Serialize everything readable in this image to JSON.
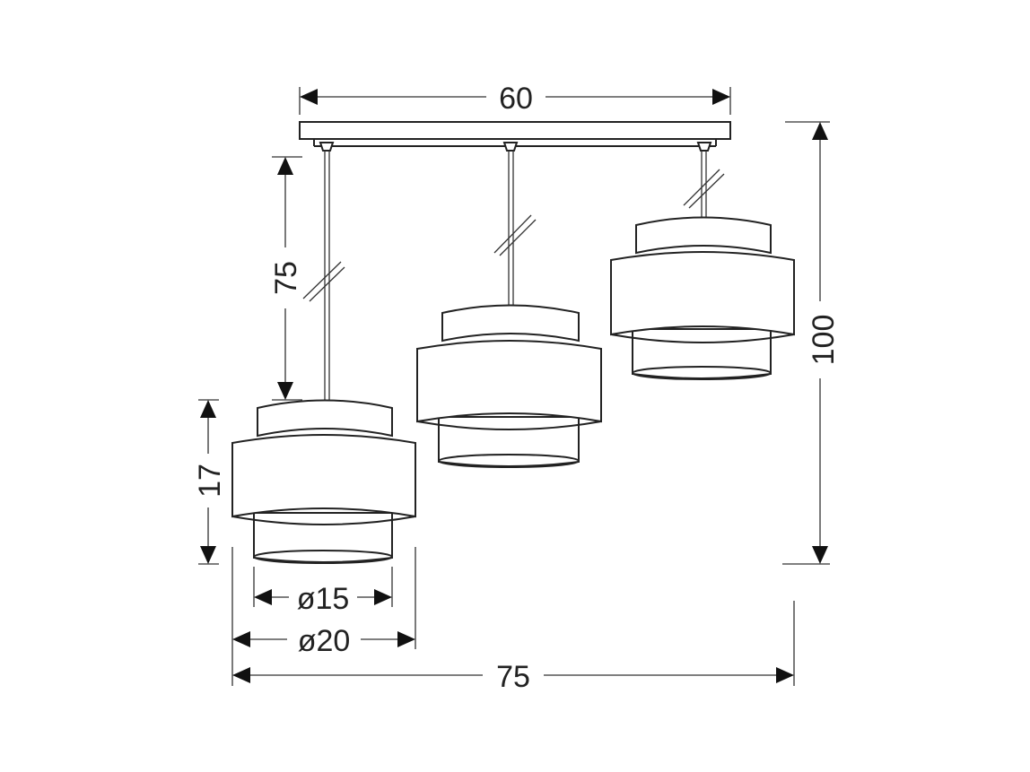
{
  "dimensions": {
    "top_width": "60",
    "total_height": "100",
    "cable_length": "75",
    "shade_height": "17",
    "inner_diameter": "ø15",
    "outer_diameter": "ø20",
    "total_width": "75"
  }
}
